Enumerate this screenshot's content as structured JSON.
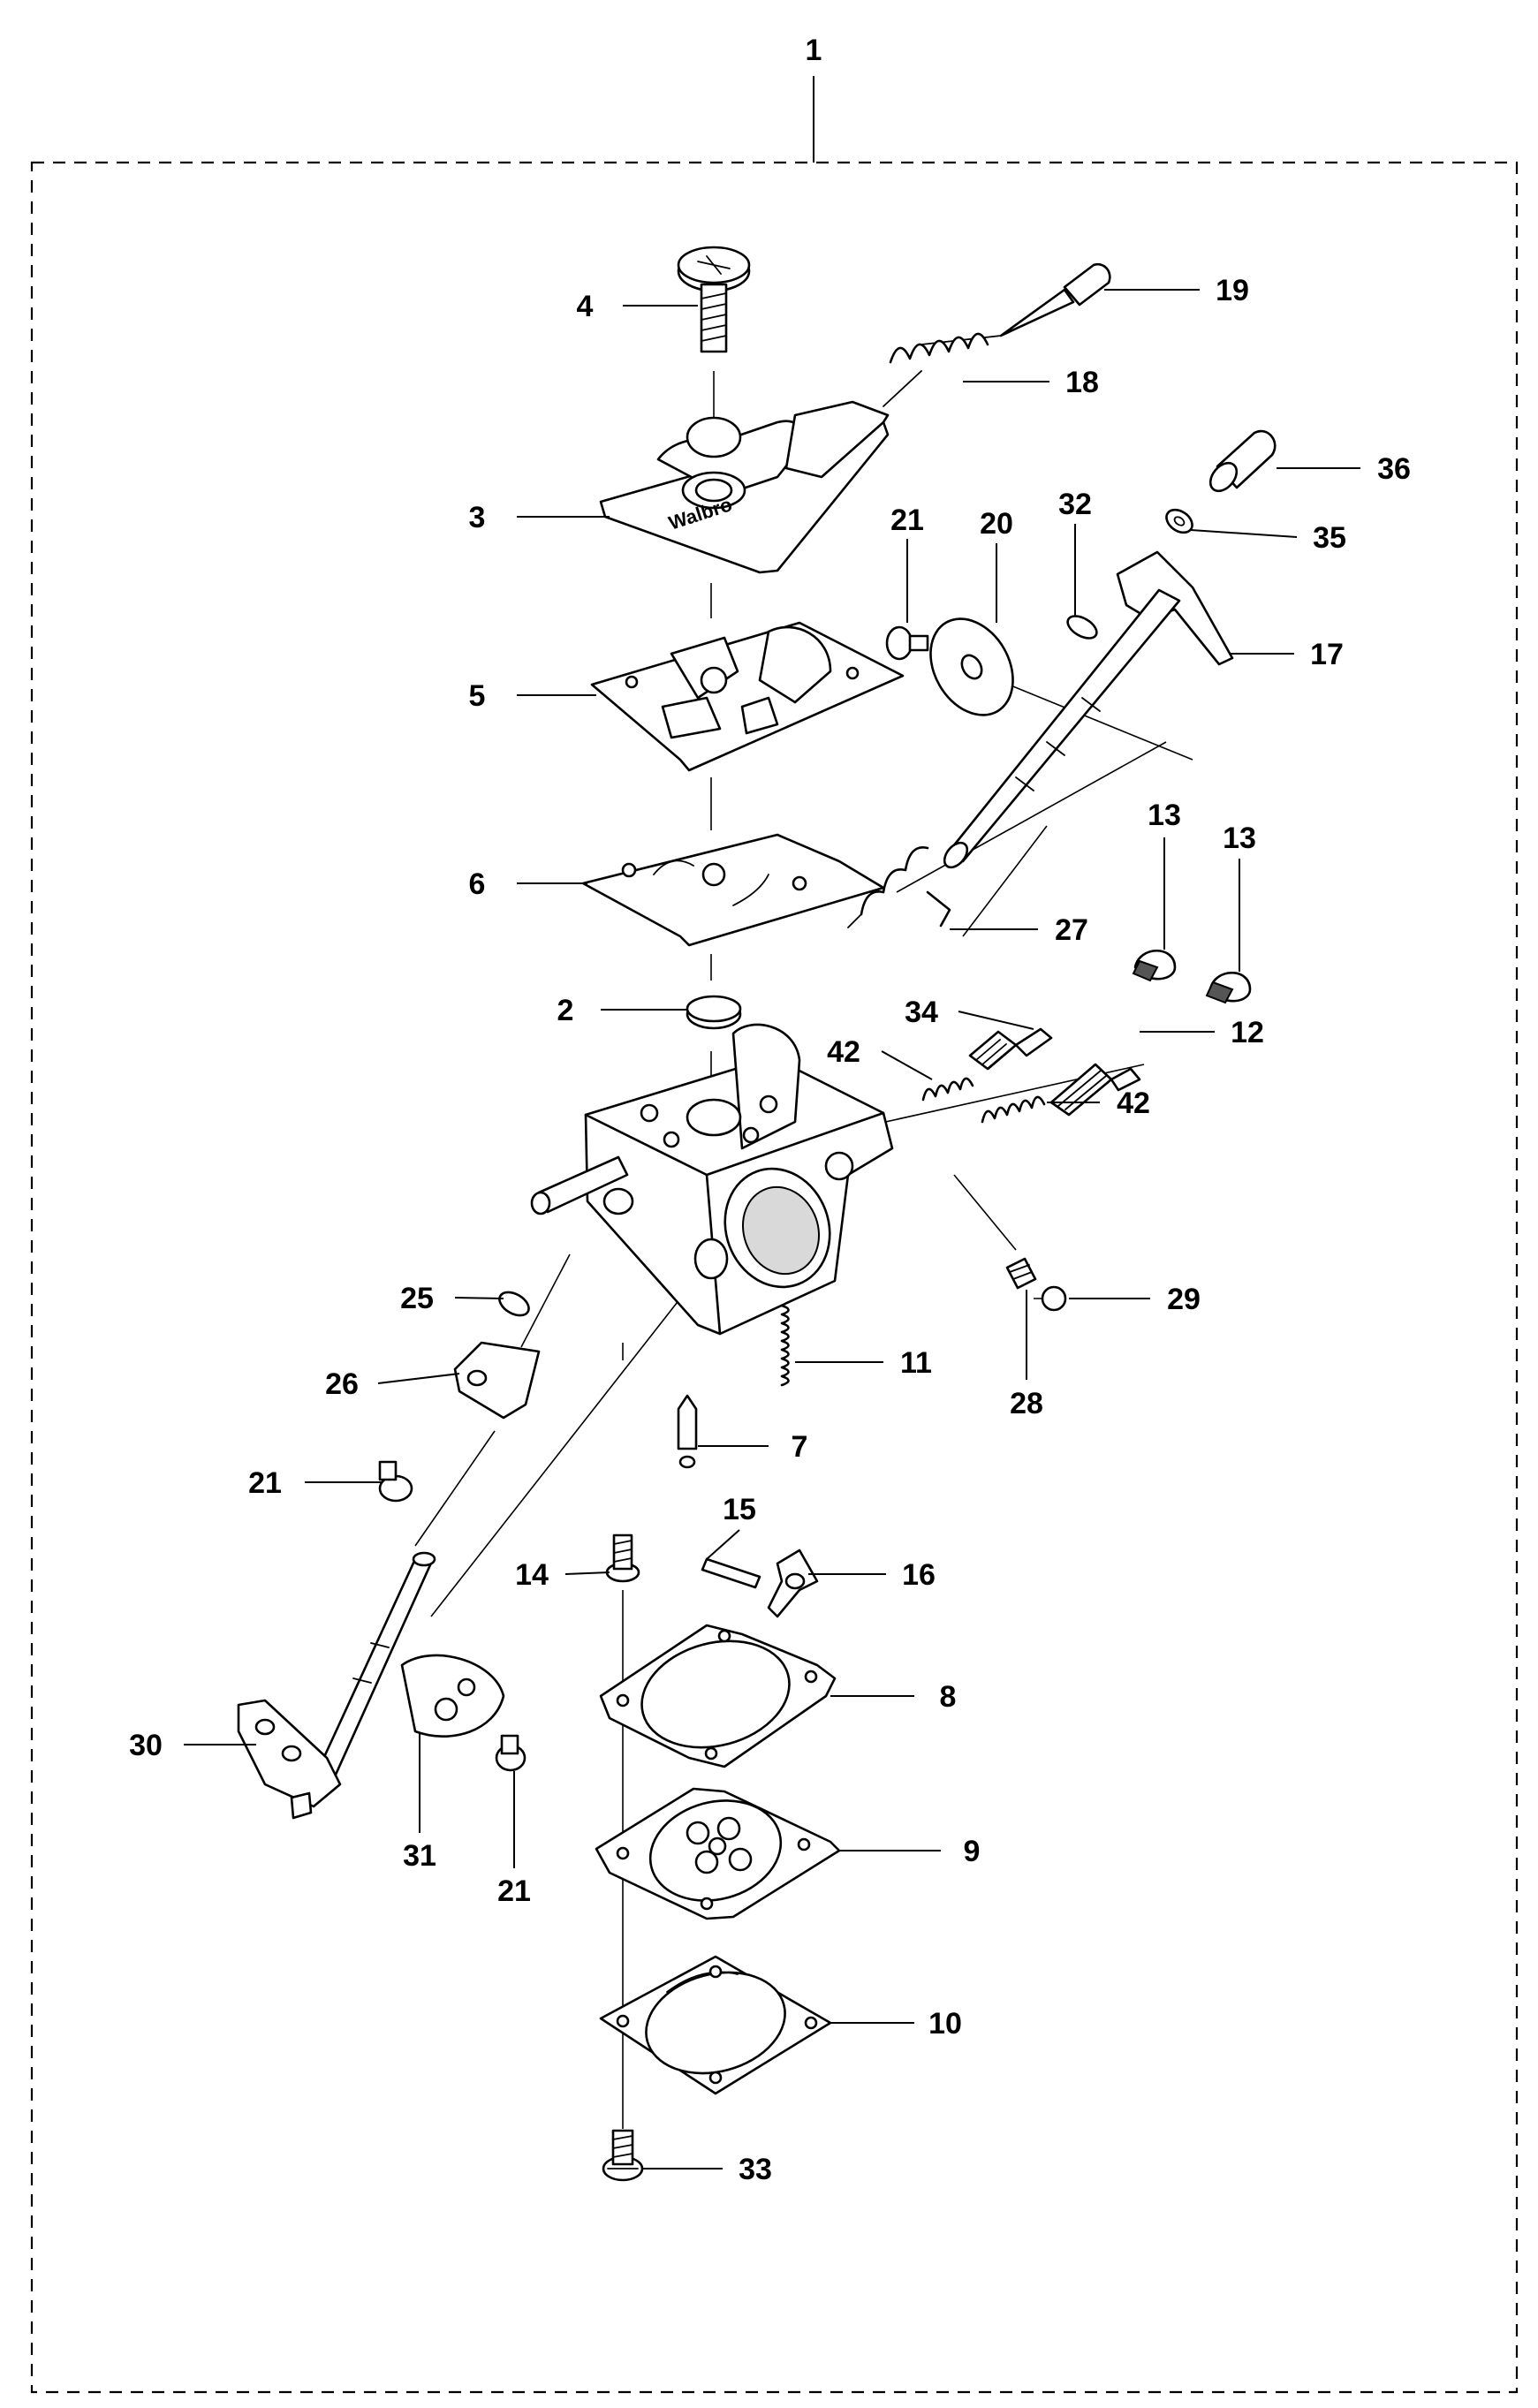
{
  "diagram": {
    "assembly_number": "1",
    "carb_body_text": "Walbro",
    "parts": [
      {
        "key": "p4",
        "label": "4"
      },
      {
        "key": "p19",
        "label": "19"
      },
      {
        "key": "p18",
        "label": "18"
      },
      {
        "key": "p36",
        "label": "36"
      },
      {
        "key": "p3",
        "label": "3"
      },
      {
        "key": "p21a",
        "label": "21"
      },
      {
        "key": "p20",
        "label": "20"
      },
      {
        "key": "p32",
        "label": "32"
      },
      {
        "key": "p35",
        "label": "35"
      },
      {
        "key": "p17",
        "label": "17"
      },
      {
        "key": "p5",
        "label": "5"
      },
      {
        "key": "p13a",
        "label": "13"
      },
      {
        "key": "p13b",
        "label": "13"
      },
      {
        "key": "p6",
        "label": "6"
      },
      {
        "key": "p27",
        "label": "27"
      },
      {
        "key": "p2",
        "label": "2"
      },
      {
        "key": "p34",
        "label": "34"
      },
      {
        "key": "p12",
        "label": "12"
      },
      {
        "key": "p42a",
        "label": "42"
      },
      {
        "key": "p42b",
        "label": "42"
      },
      {
        "key": "p25",
        "label": "25"
      },
      {
        "key": "p29",
        "label": "29"
      },
      {
        "key": "p11",
        "label": "11"
      },
      {
        "key": "p26",
        "label": "26"
      },
      {
        "key": "p28",
        "label": "28"
      },
      {
        "key": "p7",
        "label": "7"
      },
      {
        "key": "p21b",
        "label": "21"
      },
      {
        "key": "p15",
        "label": "15"
      },
      {
        "key": "p14",
        "label": "14"
      },
      {
        "key": "p16",
        "label": "16"
      },
      {
        "key": "p8",
        "label": "8"
      },
      {
        "key": "p30",
        "label": "30"
      },
      {
        "key": "p9",
        "label": "9"
      },
      {
        "key": "p31",
        "label": "31"
      },
      {
        "key": "p21c",
        "label": "21"
      },
      {
        "key": "p10",
        "label": "10"
      },
      {
        "key": "p33",
        "label": "33"
      }
    ]
  }
}
